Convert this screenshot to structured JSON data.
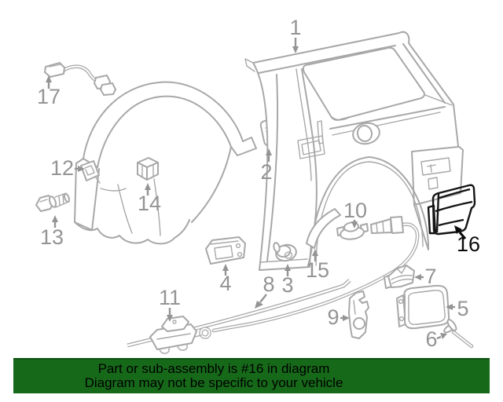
{
  "banner": {
    "line1": "Part or sub-assembly is #16 in diagram",
    "line2": "Diagram may not be specific to your vehicle",
    "bg_color": "#17691a",
    "text_color": "#000000"
  },
  "diagram": {
    "type": "exploded-parts-diagram",
    "subject": "rear quarter panel, wheel arch liner and fuel filler door area",
    "line_color": "#a8a8a8",
    "label_color": "#949494",
    "highlight_color": "#1d6e1d",
    "highlighted_part": "16",
    "labels": [
      {
        "number": "1"
      },
      {
        "number": "2"
      },
      {
        "number": "3"
      },
      {
        "number": "4"
      },
      {
        "number": "5"
      },
      {
        "number": "6"
      },
      {
        "number": "7"
      },
      {
        "number": "8"
      },
      {
        "number": "9"
      },
      {
        "number": "10"
      },
      {
        "number": "11"
      },
      {
        "number": "12"
      },
      {
        "number": "13"
      },
      {
        "number": "14"
      },
      {
        "number": "15"
      },
      {
        "number": "16",
        "highlighted": true
      },
      {
        "number": "17"
      }
    ]
  }
}
